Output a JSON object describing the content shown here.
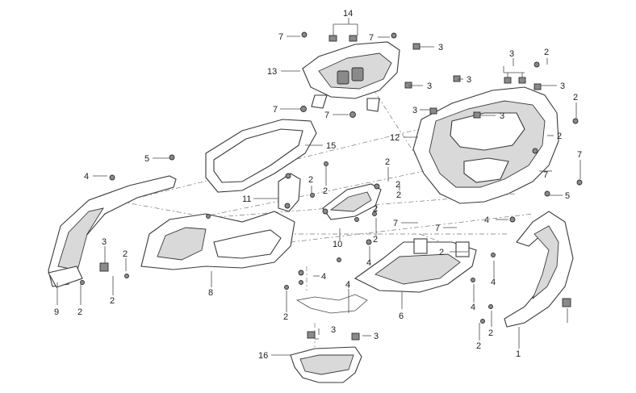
{
  "callouts": [
    {
      "id": "c14",
      "text": "14"
    },
    {
      "id": "c7a",
      "text": "7"
    },
    {
      "id": "c7b",
      "text": "7"
    },
    {
      "id": "c3a",
      "text": "3"
    },
    {
      "id": "c13",
      "text": "13"
    },
    {
      "id": "c3b",
      "text": "3"
    },
    {
      "id": "c3c",
      "text": "3"
    },
    {
      "id": "c7c",
      "text": "7"
    },
    {
      "id": "c7d",
      "text": "7"
    },
    {
      "id": "c3d",
      "text": "3"
    },
    {
      "id": "c3e",
      "text": "3"
    },
    {
      "id": "c2a",
      "text": "2"
    },
    {
      "id": "c3f",
      "text": "3"
    },
    {
      "id": "c3g",
      "text": "3"
    },
    {
      "id": "c2b",
      "text": "2"
    },
    {
      "id": "c12",
      "text": "12"
    },
    {
      "id": "c15",
      "text": "15"
    },
    {
      "id": "c5a",
      "text": "5"
    },
    {
      "id": "c2c",
      "text": "2"
    },
    {
      "id": "c7e",
      "text": "7"
    },
    {
      "id": "c4a",
      "text": "4"
    },
    {
      "id": "c2d",
      "text": "2"
    },
    {
      "id": "c2e",
      "text": "2"
    },
    {
      "id": "c2f",
      "text": "2"
    },
    {
      "id": "c11",
      "text": "11"
    },
    {
      "id": "c2g",
      "text": "2"
    },
    {
      "id": "c2h",
      "text": "2"
    },
    {
      "id": "c5b",
      "text": "5"
    },
    {
      "id": "c2i",
      "text": "2"
    },
    {
      "id": "c7f",
      "text": "7"
    },
    {
      "id": "c7g",
      "text": "7"
    },
    {
      "id": "c4b",
      "text": "4"
    },
    {
      "id": "c2j",
      "text": "2"
    },
    {
      "id": "c10",
      "text": "10"
    },
    {
      "id": "c3h",
      "text": "3"
    },
    {
      "id": "c2k",
      "text": "2"
    },
    {
      "id": "c4c",
      "text": "4"
    },
    {
      "id": "c2l",
      "text": "2"
    },
    {
      "id": "c7h",
      "text": "7"
    },
    {
      "id": "c4d",
      "text": "4"
    },
    {
      "id": "c4e",
      "text": "4"
    },
    {
      "id": "c9",
      "text": "9"
    },
    {
      "id": "c2m",
      "text": "2"
    },
    {
      "id": "c8",
      "text": "8"
    },
    {
      "id": "c2n",
      "text": "2"
    },
    {
      "id": "c4f",
      "text": "4"
    },
    {
      "id": "c6",
      "text": "6"
    },
    {
      "id": "c4g",
      "text": "4"
    },
    {
      "id": "c2o",
      "text": "2"
    },
    {
      "id": "c3i",
      "text": "3"
    },
    {
      "id": "c3j",
      "text": "3"
    },
    {
      "id": "c2p",
      "text": "2"
    },
    {
      "id": "c2q",
      "text": "2"
    },
    {
      "id": "c16",
      "text": "16"
    },
    {
      "id": "c1",
      "text": "1"
    }
  ]
}
